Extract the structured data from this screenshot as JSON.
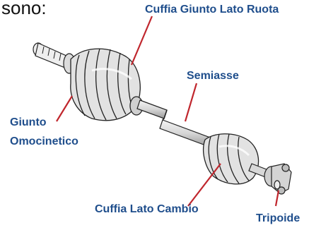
{
  "partial_top_text": "sono:",
  "labels": {
    "wheel_joint_boot": "Cuffia Giunto Lato Ruota",
    "axle_shaft": "Semiasse",
    "cv_joint_line1": "Giunto",
    "cv_joint_line2": "Omocinetico",
    "gearbox_boot": "Cuffia Lato Cambio",
    "tripod": "Tripoide"
  },
  "colors": {
    "label_text": "#1f4e8c",
    "leader_line": "#c0262d",
    "outline": "#222222"
  }
}
